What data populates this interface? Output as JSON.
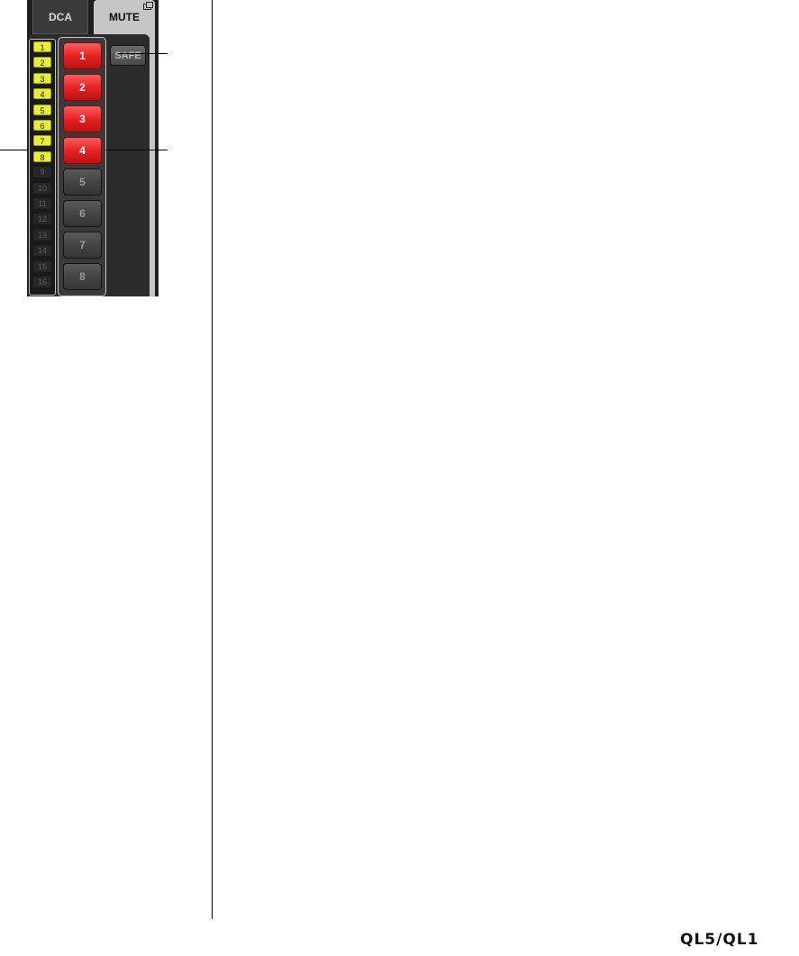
{
  "tabs": [
    {
      "label": "DCA",
      "active": false
    },
    {
      "label": "MUTE",
      "active": true
    }
  ],
  "group_indicators": [
    {
      "label": "1",
      "on": true
    },
    {
      "label": "2",
      "on": true
    },
    {
      "label": "3",
      "on": true
    },
    {
      "label": "4",
      "on": true
    },
    {
      "label": "5",
      "on": true
    },
    {
      "label": "6",
      "on": true
    },
    {
      "label": "7",
      "on": true
    },
    {
      "label": "8",
      "on": true
    },
    {
      "label": "9",
      "on": false
    },
    {
      "label": "10",
      "on": false
    },
    {
      "label": "11",
      "on": false
    },
    {
      "label": "12",
      "on": false
    },
    {
      "label": "13",
      "on": false
    },
    {
      "label": "14",
      "on": false
    },
    {
      "label": "15",
      "on": false
    },
    {
      "label": "16",
      "on": false
    }
  ],
  "mute_buttons": [
    {
      "label": "1",
      "on": true
    },
    {
      "label": "2",
      "on": true
    },
    {
      "label": "3",
      "on": true
    },
    {
      "label": "4",
      "on": true
    },
    {
      "label": "5",
      "on": false
    },
    {
      "label": "6",
      "on": false
    },
    {
      "label": "7",
      "on": false
    },
    {
      "label": "8",
      "on": false
    }
  ],
  "safe_label": "SAFE",
  "footer": {
    "logo": "QL5/QL1"
  },
  "colors": {
    "indicator_on": "#e8f034",
    "mute_on": "#e42020",
    "mute_off": "#424242"
  }
}
